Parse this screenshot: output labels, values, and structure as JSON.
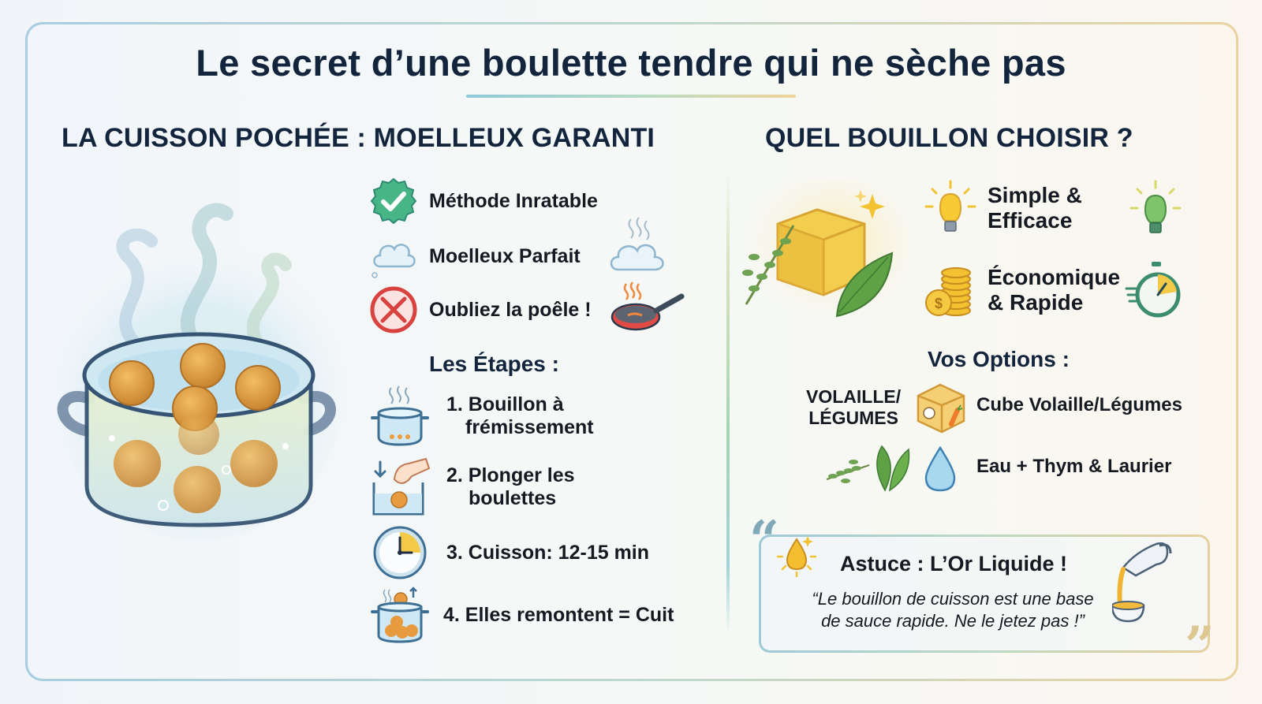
{
  "title": "Le secret d’une boulette tendre qui ne sèche pas",
  "left_section": {
    "heading": "LA CUISSON POCHÉE : MOELLEUX GARANTI",
    "illustration": "pot-with-meatballs-steaming",
    "features": [
      {
        "label": "Méthode Inratable",
        "icon": "check-badge-icon",
        "side_icon": null
      },
      {
        "label": "Moelleux Parfait",
        "icon": "cloud-icon",
        "side_icon": "steaming-cloud-icon"
      },
      {
        "label": "Oubliez la poêle !",
        "icon": "no-sign-icon",
        "side_icon": "frying-pan-icon"
      }
    ],
    "steps_heading": "Les Étapes :",
    "steps": [
      {
        "label": "1. Bouillon à\nfrémissement",
        "line1": "1. Bouillon à",
        "line2": "frémissement",
        "icon": "simmering-pot-icon"
      },
      {
        "label": "2. Plonger les\nboulettes",
        "line1": "2. Plonger les",
        "line2": "boulettes",
        "icon": "hand-drop-ball-icon"
      },
      {
        "label": "3. Cuisson: 12-15 min",
        "line1": "3. Cuisson: 12-15 min",
        "line2": "",
        "icon": "clock-icon"
      },
      {
        "label": "4. Elles remontent = Cuit",
        "line1": "4. Elles remontent = Cuit",
        "line2": "",
        "icon": "floating-balls-pot-icon"
      }
    ]
  },
  "right_section": {
    "heading": "QUEL BOUILLON CHOISIR ?",
    "illustration": "stock-cube-with-herbs",
    "benefits": [
      {
        "line1": "Simple &",
        "line2": "Efficace",
        "icon": "lightbulb-yellow-icon",
        "side_icon": "lightbulb-green-icon"
      },
      {
        "line1": "Économique",
        "line2": "& Rapide",
        "icon": "coins-icon",
        "side_icon": "stopwatch-icon"
      }
    ],
    "options_heading": "Vos Options :",
    "options": [
      {
        "tag_line1": "VOLAILLE/",
        "tag_line2": "LÉGUMES",
        "icon": "chicken-carrot-cube-icon",
        "label": "Cube Volaille/Légumes"
      },
      {
        "tag_line1": "",
        "tag_line2": "",
        "icon": "water-drop-herbs-icon",
        "label": "Eau + Thym & Laurier"
      }
    ],
    "tip": {
      "title": "Astuce : L’Or Liquide !",
      "quote_line1": "“Le bouillon de cuisson est une base",
      "quote_line2": "de sauce rapide. Ne le jetez pas !”",
      "open_mark": "“",
      "close_mark": "”",
      "icon": "golden-drop-icon",
      "side_icon": "gravy-boat-pouring-icon"
    }
  },
  "colors": {
    "heading": "#13243d",
    "text": "#151a22",
    "frame_left": "#a9cde0",
    "frame_right": "#ead3a0",
    "meatball": "#d9913a",
    "water": "#bfe0ef",
    "check_green": "#3aa880",
    "no_red": "#d8433f",
    "gold": "#f2c230"
  }
}
